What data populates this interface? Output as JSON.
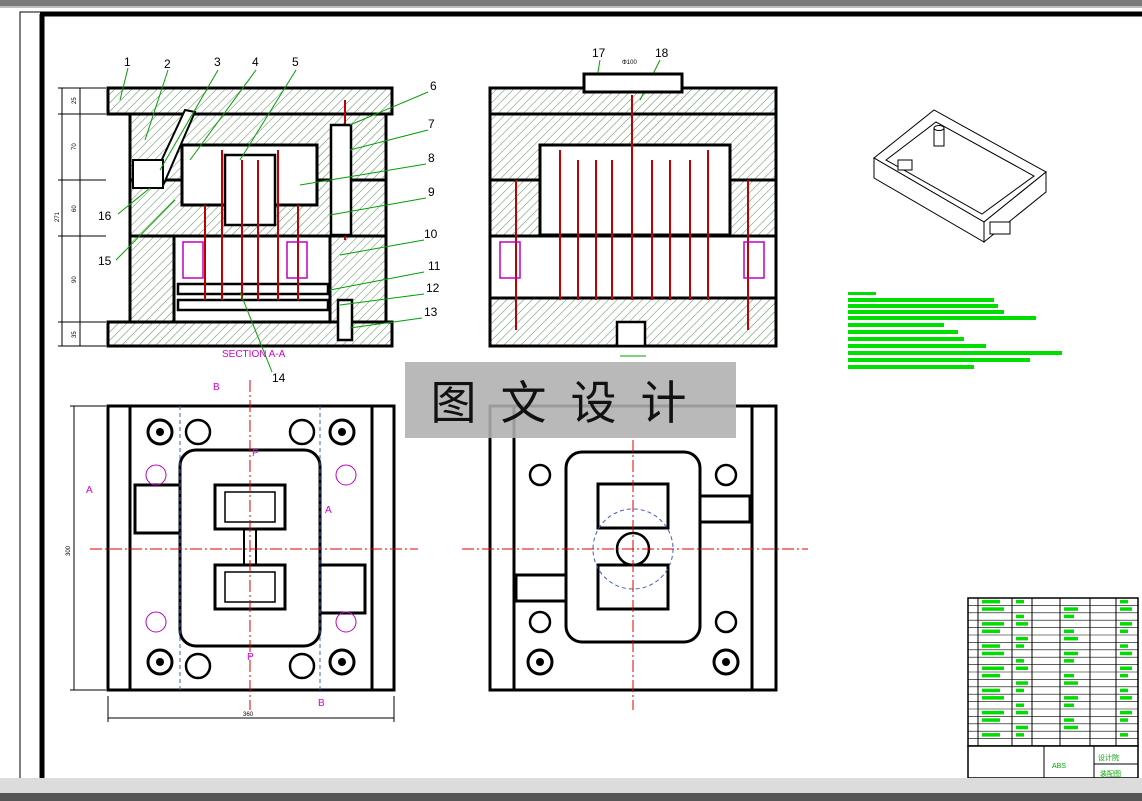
{
  "part_labels": [
    "1",
    "2",
    "3",
    "4",
    "5",
    "6",
    "7",
    "8",
    "9",
    "10",
    "11",
    "12",
    "13",
    "14",
    "15",
    "16",
    "17",
    "18"
  ],
  "section_label": "SECTION A-A",
  "section_marks": {
    "a": "A",
    "b": "B",
    "p": "P"
  },
  "dimensions": {
    "side_heights": [
      "25",
      "70",
      "60",
      "271",
      "90",
      "35"
    ],
    "width": "360",
    "height": "300",
    "sprue": "Φ100"
  },
  "watermark": "图文设计",
  "title_block": {
    "material": "ABS",
    "drawing_name": "装配图",
    "org": "设计院"
  },
  "colors": {
    "outline": "#000000",
    "hatch": "#3a7a3a",
    "pin": "#d00000",
    "center": "#e00000",
    "spring": "#c000c0",
    "note": "#00dd00",
    "lead": "#00a000"
  }
}
